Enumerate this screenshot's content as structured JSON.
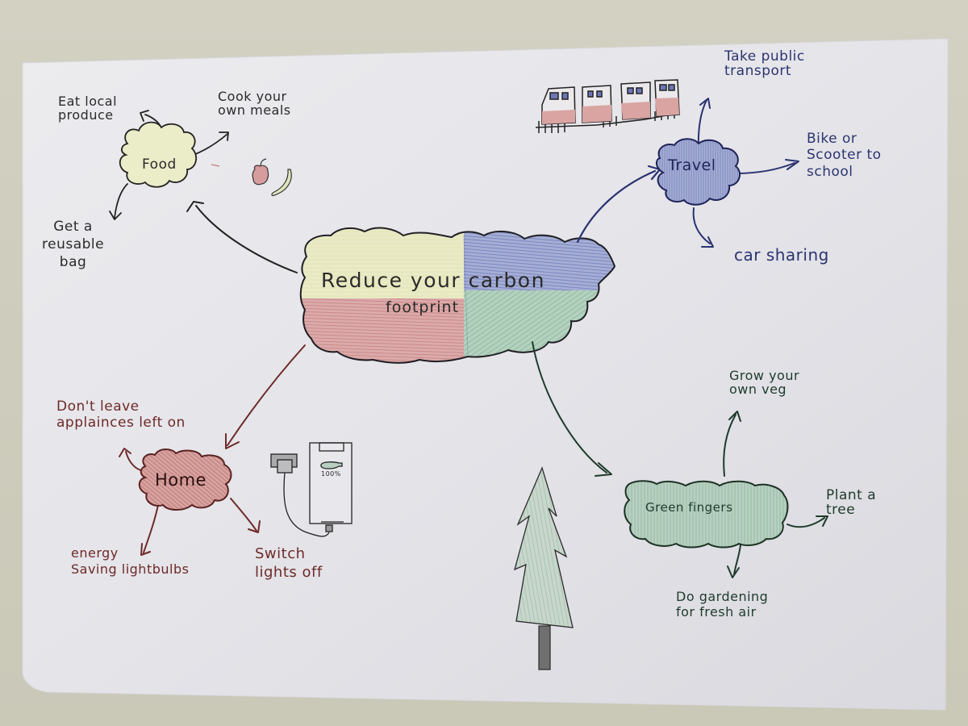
{
  "drawing": {
    "title": "Reduce your carbon footprint",
    "center_line1": "Reduce your carbon",
    "center_line2": "footprint",
    "colors": {
      "paper": "#e6e6ec",
      "background": "#cfcdbd",
      "food": "#e9ebbd",
      "travel": "#8d97c8",
      "home": "#cf8f8c",
      "green": "#9fc5ad",
      "ink": "#1e1e1e"
    },
    "branches": [
      {
        "name": "Food",
        "color": "#e9ebbd",
        "items": [
          "Eat local produce",
          "Cook your own meals",
          "Get a reusable bag"
        ]
      },
      {
        "name": "Travel",
        "color": "#8d97c8",
        "items": [
          "Take public transport",
          "Bike or Scooter to school",
          "car sharing"
        ]
      },
      {
        "name": "Home",
        "color": "#cf8f8c",
        "items": [
          "Don't leave applainces left on",
          "energy Saving lightbulbs",
          "Switch lights off"
        ]
      },
      {
        "name": "Green fingers",
        "color": "#9fc5ad",
        "items": [
          "Grow your own veg",
          "Plant a tree",
          "Do gardening for fresh air"
        ]
      }
    ]
  },
  "labels": {
    "food": "Food",
    "food_item1": "Eat local\nproduce",
    "food_item2": "Cook your\nown meals",
    "food_item3": "Get a\nreusable\nbag",
    "travel": "Travel",
    "travel_item1": "Take public\ntransport",
    "travel_item2": "Bike or\nScooter to\nschool",
    "travel_item3": "car sharing",
    "home": "Home",
    "home_item1": "Don't leave\napplainces left on",
    "home_item2": "energy\nSaving lightbulbs",
    "home_item3": "Switch\nlights off",
    "green": "Green fingers",
    "green_item1": "Grow your\nown veg",
    "green_item2": "Plant a\ntree",
    "green_item3": "Do gardening\nfor fresh air",
    "phone_battery": "100%"
  },
  "illustrations": [
    "train-icon",
    "apple-icon",
    "banana-icon",
    "phone-charger-icon",
    "tree-icon"
  ]
}
